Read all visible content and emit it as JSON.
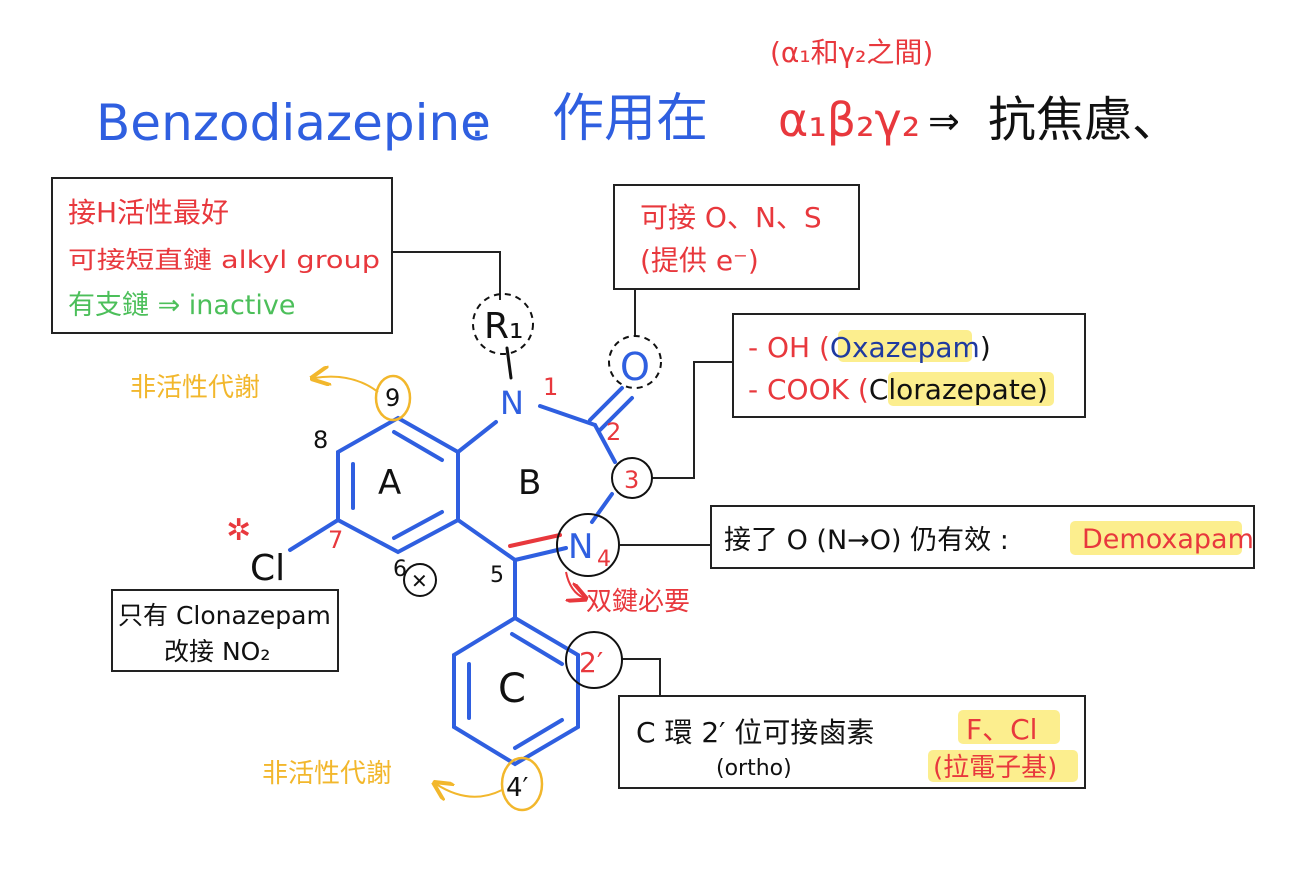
{
  "colors": {
    "blue": "#2f5fe0",
    "red": "#e8383d",
    "green": "#4cbf5a",
    "gold": "#f2b72c",
    "black": "#111111",
    "highlight": "#fbeb7a",
    "navy": "#1f3aa0"
  },
  "title": {
    "drug": "Benzodiazepine",
    "colon": ":",
    "acts_on": "作用在",
    "receptor": "α₁β₂γ₂",
    "arrow": "⇒",
    "effect": "抗焦慮、",
    "note": "(α₁和γ₂之間)"
  },
  "r1_box": {
    "line1": "接H活性最好",
    "line2": "可接短直鏈 alkyl group",
    "line3": "有支鏈 ⇒ inactive"
  },
  "o_box": {
    "line1": "可接 O、N、S",
    "line2": "(提供 e⁻)"
  },
  "c3_box": {
    "line1_prefix": "- OH (",
    "line1_name": "Oxazepam",
    "line1_suffix": ")",
    "line2_prefix": "- COOK (",
    "line2_name": "Clorazepate",
    "line2_suffix": ")"
  },
  "n4_box": {
    "text": "接了 O (N→O) 仍有效 :",
    "drug": "Demoxapam"
  },
  "cl_box": {
    "line1": "只有 Clonazepam",
    "line2": "改接 NO₂"
  },
  "c2_box": {
    "text": "C 環 2′ 位可接鹵素",
    "halogens": "F、Cl",
    "ortho": "(ortho)",
    "ewg": "(拉電子基)"
  },
  "molecule": {
    "ring_a": "A",
    "ring_b": "B",
    "ring_c": "C",
    "atom_r1": "R₁",
    "atom_n1": "N",
    "atom_o": "O",
    "atom_n4": "N",
    "atom_cl": "Cl",
    "pos_1": "1",
    "pos_2": "2",
    "pos_3": "3",
    "pos_4": "4",
    "pos_5": "5",
    "pos_6": "6",
    "pos_7": "7",
    "pos_8": "8",
    "pos_9": "9",
    "pos_2p": "2′",
    "pos_4p": "4′",
    "mark_x": "✕",
    "star": "✲"
  },
  "notes": {
    "inactive_metab_9": "非活性代謝",
    "inactive_metab_4p": "非活性代謝",
    "double_bond": "双鍵必要"
  }
}
